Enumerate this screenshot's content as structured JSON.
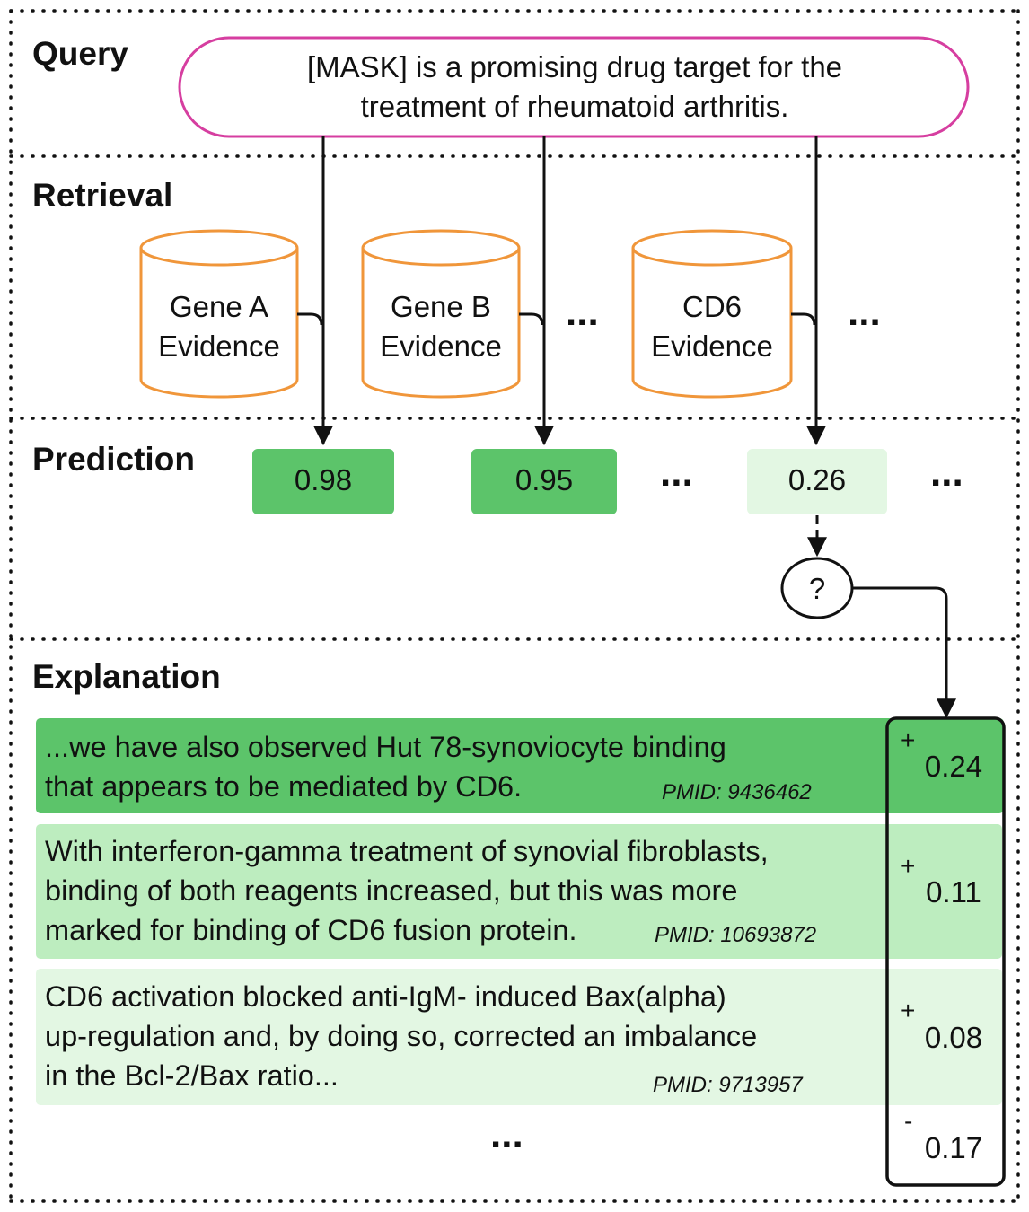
{
  "sections": {
    "query": "Query",
    "retrieval": "Retrieval",
    "prediction": "Prediction",
    "explanation": "Explanation"
  },
  "query": {
    "lines": [
      "[MASK] is a promising drug target for the",
      "treatment of rheumatoid arthritis."
    ]
  },
  "evidence": [
    {
      "lines": [
        "Gene A",
        "Evidence"
      ]
    },
    {
      "lines": [
        "Gene B",
        "Evidence"
      ]
    },
    {
      "lines": [
        "CD6",
        "Evidence"
      ]
    }
  ],
  "predictions": [
    {
      "value": "0.98",
      "color": "#5cc46a"
    },
    {
      "value": "0.95",
      "color": "#5cc46a"
    },
    {
      "value": "0.26",
      "color": "#e3f7e3"
    }
  ],
  "ellipsis": "...",
  "question_mark": "?",
  "explanations": [
    {
      "lines": [
        "...we have also observed Hut 78-synoviocyte binding",
        "that appears to be mediated by CD6."
      ],
      "pmid": "PMID: 9436462",
      "color": "#5cc46a",
      "sign": "+",
      "score": "0.24"
    },
    {
      "lines": [
        "With interferon-gamma treatment of synovial fibroblasts,",
        "binding of both reagents increased, but this was more",
        "marked for binding of CD6 fusion protein."
      ],
      "pmid": "PMID: 10693872",
      "color": "#bdedbf",
      "sign": "+",
      "score": "0.11"
    },
    {
      "lines": [
        "CD6 activation blocked anti-IgM- induced Bax(alpha)",
        "up-regulation and, by doing so, corrected an imbalance",
        "in the Bcl-2/Bax ratio..."
      ],
      "pmid": "PMID: 9713957",
      "color": "#e3f7e3",
      "sign": "+",
      "score": "0.08"
    }
  ],
  "extra_score": {
    "sign": "-",
    "score": "0.17"
  },
  "colors": {
    "query_border": "#d63ea0",
    "cylinder": "#f0963a",
    "arrow": "#111111"
  }
}
